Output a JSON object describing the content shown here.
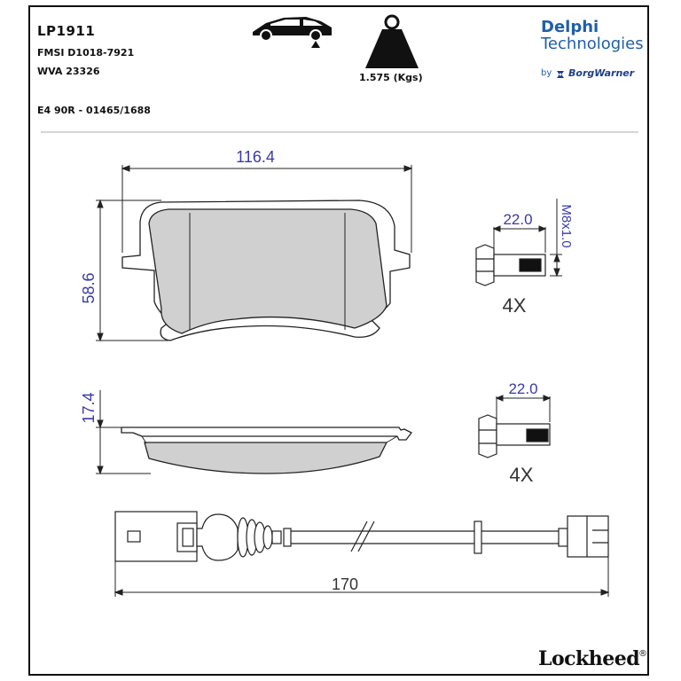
{
  "header": {
    "part_number": "LP1911",
    "fmsi": "FMSI D1018-7921",
    "wva": "WVA 23326",
    "approval": "E4 90R - 01465/1688",
    "weight": "1.575 (Kgs)"
  },
  "brand": {
    "name_line1": "Delphi",
    "name_line2": "Technologies",
    "by": "by",
    "parent": "BorgWarner",
    "footer_logo": "Lockheed",
    "registered": "®",
    "color": "#1f5fa8"
  },
  "icons": {
    "car": "car-axle-position-icon",
    "weight": "weight-icon"
  },
  "dimensions": {
    "pad_width": "116.4",
    "pad_height": "58.6",
    "pad_thickness": "17.4",
    "bolt_length_top": "22.0",
    "bolt_thread": "M8x1.0",
    "bolt_qty_top": "4X",
    "bolt_length_bottom": "22.0",
    "bolt_qty_bottom": "4X",
    "sensor_length": "170"
  },
  "colors": {
    "pad_fill": "#d0d0d0",
    "dimension_text": "#3a3aa8"
  }
}
